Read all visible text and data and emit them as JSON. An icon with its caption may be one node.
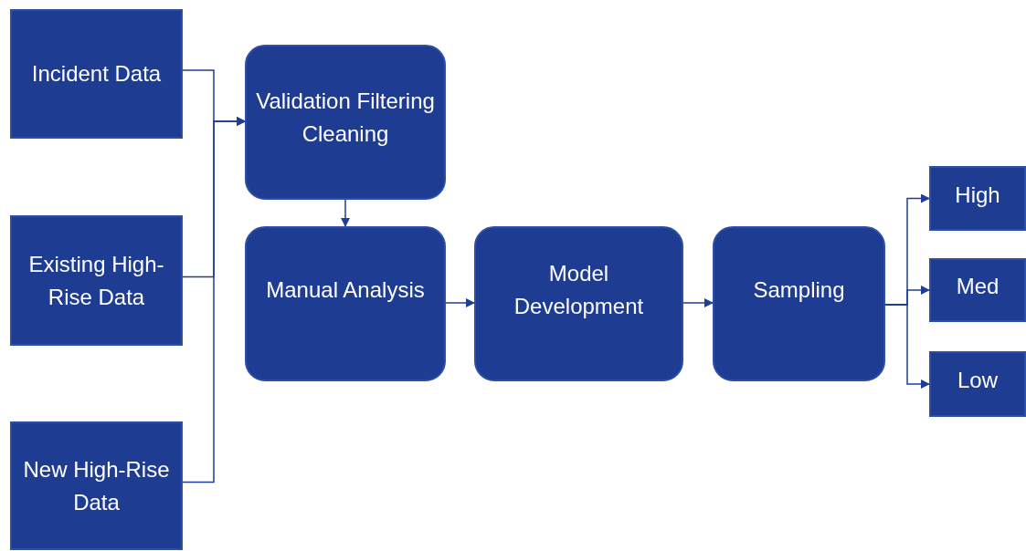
{
  "diagram": {
    "nodes": [
      {
        "text": [
          "Incident Data"
        ]
      },
      {
        "text": [
          "Existing High-Rise Data"
        ]
      },
      {
        "text": [
          "New High-Rise Data"
        ]
      },
      {
        "text": [
          "Validation Filtering Cleaning"
        ]
      },
      {
        "text": [
          "Manual Analysis"
        ]
      },
      {
        "text": [
          "Model Development"
        ]
      },
      {
        "text": [
          "Sampling"
        ]
      },
      {
        "text": [
          "High"
        ]
      },
      {
        "text": [
          "Med"
        ]
      },
      {
        "text": [
          "Low"
        ]
      }
    ],
    "edges": [
      {
        "from": 0,
        "to": 3,
        "arrow": "to"
      },
      {
        "from": 1,
        "to": 3,
        "arrow": "to"
      },
      {
        "from": 2,
        "to": 3,
        "arrow": "to"
      },
      {
        "from": 3,
        "to": 4,
        "arrow": "to"
      },
      {
        "from": 4,
        "to": 5,
        "arrow": "to"
      },
      {
        "from": 5,
        "to": 6,
        "arrow": "to"
      },
      {
        "from": 6,
        "to": 7,
        "arrow": "to"
      },
      {
        "from": 6,
        "to": 8,
        "arrow": "to"
      },
      {
        "from": 6,
        "to": 9,
        "arrow": "to"
      }
    ]
  }
}
